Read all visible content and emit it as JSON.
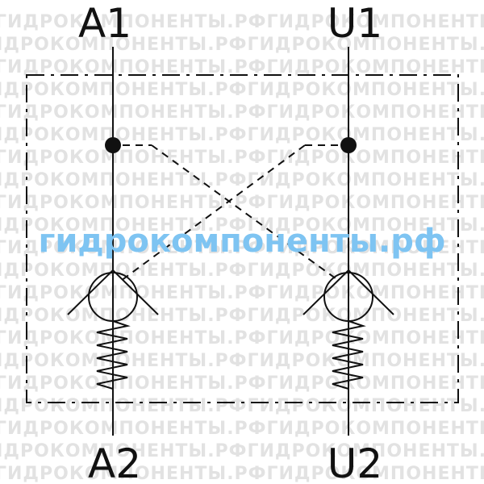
{
  "ports": {
    "a1": "A1",
    "u1": "U1",
    "a2": "A2",
    "u2": "U2"
  },
  "watermark": {
    "main": "гидрокомпоненты.рф",
    "pattern": "ГИДРОКОМПОНЕНТЫ.РФГИДРОКОМПОНЕНТЫ.РФГИДРОКОМПОНЕНТЫ.РФ"
  },
  "colors": {
    "line": "#111111",
    "watermark_main": "#7ec4f2",
    "watermark_pattern": "#e2e2e2"
  }
}
